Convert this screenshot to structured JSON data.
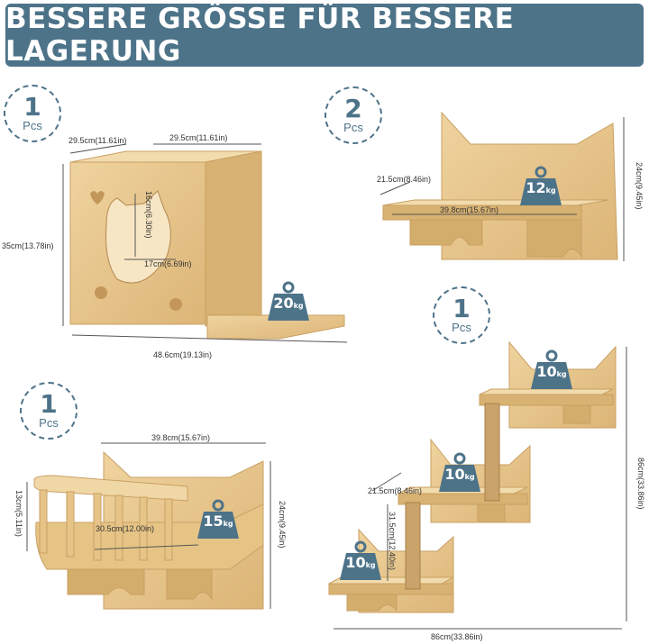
{
  "title": "BESSERE GRÖSSE FÜR BESSERE LAGERUNG",
  "colors": {
    "banner": "#4d7389",
    "wood": "#e8c98f",
    "wood_dark": "#d2ad6c",
    "badge_border": "#4d7389"
  },
  "products": [
    {
      "qty": "1",
      "unit": "Pcs",
      "weight": "20",
      "weight_unit": "kg",
      "dims": [
        "29.5cm(11.61in)",
        "29.5cm(11.61in)",
        "35cm(13.78in)",
        "16cm(6.30in)",
        "17cm(6.69in)",
        "48.6cm(19.13in)"
      ]
    },
    {
      "qty": "2",
      "unit": "Pcs",
      "weight": "12",
      "weight_unit": "kg",
      "dims": [
        "21.5cm(8.46in)",
        "39.8cm(15.67in)",
        "24cm(9.45in)"
      ]
    },
    {
      "qty": "1",
      "unit": "Pcs",
      "weight": "15",
      "weight_unit": "kg",
      "dims": [
        "39.8cm(15.67in)",
        "13cm(5.11in)",
        "30.5cm(12.00in)",
        "24cm(9.45in)"
      ]
    },
    {
      "qty": "1",
      "unit": "Pcs",
      "weights": [
        "10",
        "10",
        "10"
      ],
      "weight_unit": "kg",
      "dims": [
        "21.5cm(8.46in)",
        "31.5cm(12.40in)",
        "86cm(33.86in)",
        "86cm(33.86in)"
      ]
    }
  ]
}
